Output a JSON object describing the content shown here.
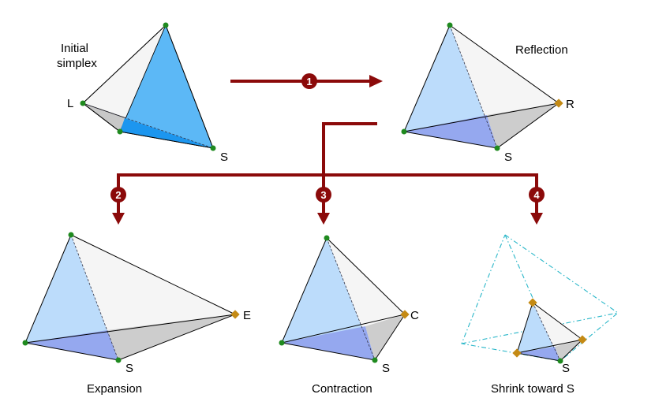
{
  "colors": {
    "arrow": "#8b0a0a",
    "vertex_green": "#1f8a1f",
    "vertex_gold": "#c48a14",
    "face_blue": "#4db0f5",
    "face_light_blue": "#b7dafb",
    "face_purple": "#8fa2ef",
    "face_gray": "#d0d0d0",
    "face_white": "#f5f5f5",
    "shrink_dash": "#2ab7c9"
  },
  "steps": {
    "s1": "1",
    "s2": "2",
    "s3": "3",
    "s4": "4"
  },
  "panels": {
    "initial": {
      "title": "Initial\nsimplex",
      "vertex_l": "L",
      "vertex_s": "S"
    },
    "reflection": {
      "title": "Reflection",
      "vertex_r": "R",
      "vertex_s": "S"
    },
    "expansion": {
      "title": "Expansion",
      "vertex_e": "E",
      "vertex_s": "S"
    },
    "contraction": {
      "title": "Contraction",
      "vertex_c": "C",
      "vertex_s": "S"
    },
    "shrink": {
      "title": "Shrink toward S",
      "vertex_s": "S"
    }
  }
}
